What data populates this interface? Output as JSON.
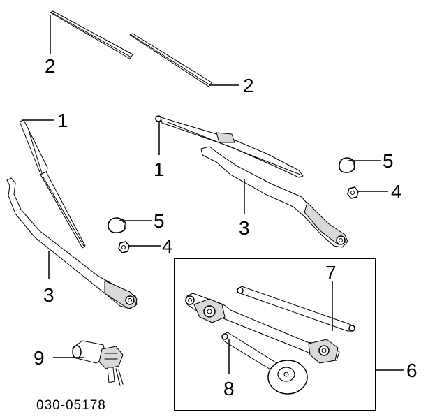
{
  "callouts": {
    "blade_left": "2",
    "blade_right": "2",
    "arm_assembly_left": "1",
    "arm_assembly_right": "1",
    "arm_left": "3",
    "arm_right": "3",
    "cap_left": "5",
    "cap_right": "5",
    "nut_left": "4",
    "nut_right": "4",
    "linkage_assembly": "6",
    "link_rod": "7",
    "crank_arm": "8",
    "motor": "9"
  },
  "diagram_code": "030-05178"
}
